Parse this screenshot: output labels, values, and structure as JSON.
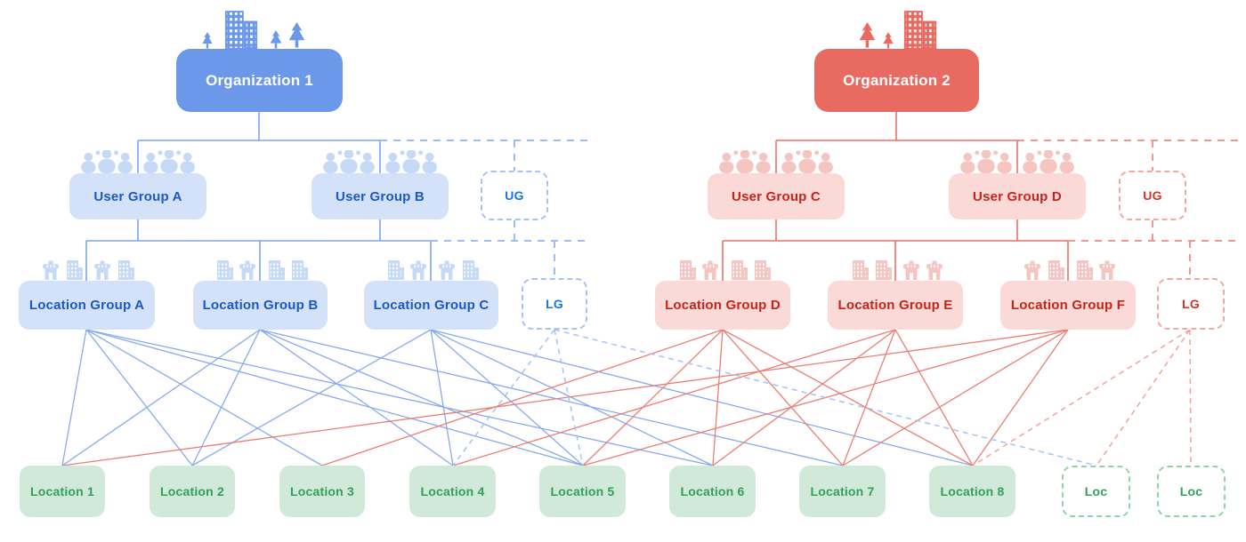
{
  "organizations": [
    {
      "id": "org1",
      "label": "Organization 1",
      "color": "#6c98ea"
    },
    {
      "id": "org2",
      "label": "Organization 2",
      "color": "#e96a60"
    }
  ],
  "user_groups": [
    {
      "id": "ug_a",
      "label": "User Group A",
      "org": "Organization 1"
    },
    {
      "id": "ug_b",
      "label": "User Group B",
      "org": "Organization 1"
    },
    {
      "id": "ug_c",
      "label": "User Group C",
      "org": "Organization 2"
    },
    {
      "id": "ug_d",
      "label": "User Group D",
      "org": "Organization 2"
    }
  ],
  "location_groups": [
    {
      "id": "lg_a",
      "label": "Location Group A",
      "org": "Organization 1",
      "icons": [
        "storefront",
        "building",
        "storefront",
        "building"
      ]
    },
    {
      "id": "lg_b",
      "label": "Location Group B",
      "org": "Organization 1",
      "icons": [
        "building",
        "storefront",
        "building",
        "building"
      ]
    },
    {
      "id": "lg_c",
      "label": "Location Group C",
      "org": "Organization 1",
      "icons": [
        "building",
        "storefront",
        "storefront",
        "building"
      ]
    },
    {
      "id": "lg_d",
      "label": "Location Group D",
      "org": "Organization 2",
      "icons": [
        "building",
        "storefront",
        "building",
        "building"
      ]
    },
    {
      "id": "lg_e",
      "label": "Location Group E",
      "org": "Organization 2",
      "icons": [
        "building",
        "building",
        "storefront",
        "storefront"
      ]
    },
    {
      "id": "lg_f",
      "label": "Location Group F",
      "org": "Organization 2",
      "icons": [
        "storefront",
        "building",
        "building",
        "storefront"
      ]
    }
  ],
  "locations": [
    {
      "id": "loc1",
      "label": "Location 1"
    },
    {
      "id": "loc2",
      "label": "Location 2"
    },
    {
      "id": "loc3",
      "label": "Location 3"
    },
    {
      "id": "loc4",
      "label": "Location 4"
    },
    {
      "id": "loc5",
      "label": "Location 5"
    },
    {
      "id": "loc6",
      "label": "Location 6"
    },
    {
      "id": "loc7",
      "label": "Location 7"
    },
    {
      "id": "loc8",
      "label": "Location 8"
    }
  ],
  "placeholders": {
    "user_group": "UG",
    "location_group": "LG",
    "location": "Loc"
  },
  "connections": {
    "solid": [
      [
        "lg_a",
        "loc1"
      ],
      [
        "lg_a",
        "loc2"
      ],
      [
        "lg_a",
        "loc3"
      ],
      [
        "lg_a",
        "loc5"
      ],
      [
        "lg_a",
        "loc6"
      ],
      [
        "lg_b",
        "loc1"
      ],
      [
        "lg_b",
        "loc2"
      ],
      [
        "lg_b",
        "loc4"
      ],
      [
        "lg_b",
        "loc5"
      ],
      [
        "lg_b",
        "loc7"
      ],
      [
        "lg_c",
        "loc2"
      ],
      [
        "lg_c",
        "loc4"
      ],
      [
        "lg_c",
        "loc5"
      ],
      [
        "lg_c",
        "loc6"
      ],
      [
        "lg_c",
        "loc8"
      ],
      [
        "lg_d",
        "loc3"
      ],
      [
        "lg_d",
        "loc5"
      ],
      [
        "lg_d",
        "loc6"
      ],
      [
        "lg_d",
        "loc7"
      ],
      [
        "lg_d",
        "loc8"
      ],
      [
        "lg_e",
        "loc4"
      ],
      [
        "lg_e",
        "loc6"
      ],
      [
        "lg_e",
        "loc7"
      ],
      [
        "lg_e",
        "loc8"
      ],
      [
        "lg_f",
        "loc1"
      ],
      [
        "lg_f",
        "loc5"
      ],
      [
        "lg_f",
        "loc7"
      ],
      [
        "lg_f",
        "loc8"
      ]
    ],
    "dashed": [
      [
        "lg_ph_blue",
        "loc4"
      ],
      [
        "lg_ph_blue",
        "loc5"
      ],
      [
        "lg_ph_blue",
        "loc_ph1"
      ],
      [
        "lg_ph_red",
        "loc8"
      ],
      [
        "lg_ph_red",
        "loc_ph1"
      ],
      [
        "lg_ph_red",
        "loc_ph2"
      ]
    ]
  },
  "colors": {
    "org_blue": "#6c98ea",
    "org_red": "#e96a60",
    "group_blue_fill": "#d4e2f9",
    "group_blue_text": "#1b58c2",
    "group_red_fill": "#fad9d7",
    "group_red_text": "#c3251c",
    "location_fill": "#d0e9d9",
    "location_text": "#31a05a",
    "placeholder_blue_text": "#1a73e8",
    "placeholder_red_text": "#d93025",
    "line_blue": "#7ea4ee",
    "line_red": "#ea7168"
  }
}
